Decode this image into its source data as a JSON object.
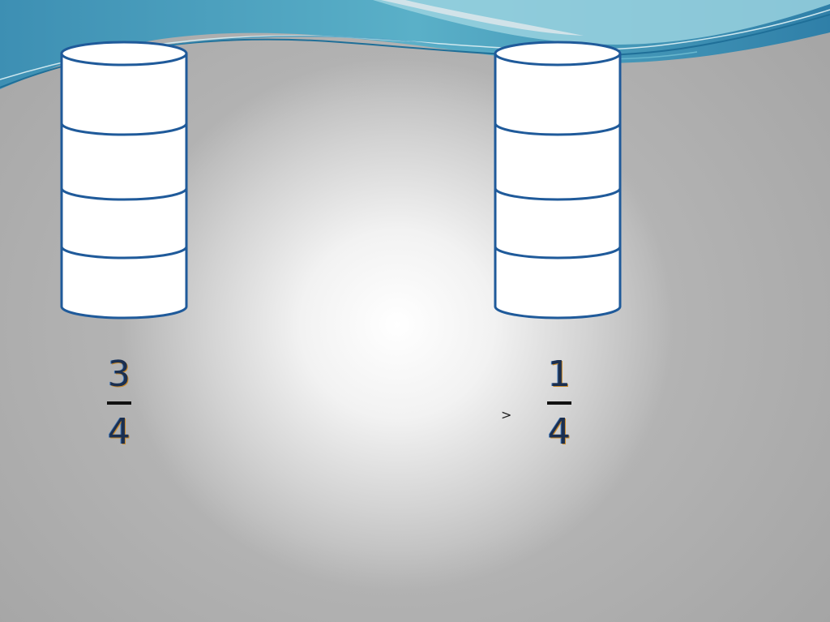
{
  "colors": {
    "outline": "#1f5a9a",
    "fill": "#ffffff",
    "banner_teal": "#4aa0c0",
    "banner_light": "#7fc6d8"
  },
  "cylinders": [
    {
      "name": "left",
      "sections": 4
    },
    {
      "name": "right",
      "sections": 4
    }
  ],
  "fractions": {
    "left": {
      "numerator": "3",
      "denominator": "4"
    },
    "right": {
      "numerator": "1",
      "denominator": "4"
    }
  },
  "comparison_sign": ">"
}
